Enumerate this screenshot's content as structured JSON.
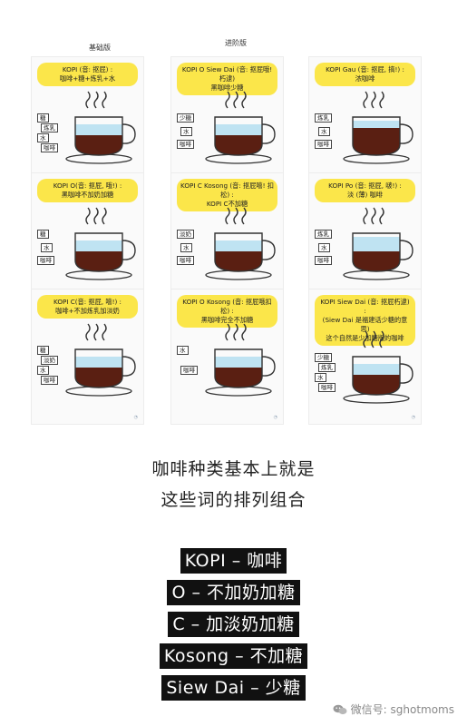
{
  "columns": {
    "basic": "基础版",
    "advanced": "进阶版"
  },
  "panels": [
    {
      "bubble": [
        "KOPI (音: 抠屁) :",
        "咖啡+糖+炼乳+水"
      ],
      "labels": [
        "糖",
        "炼乳",
        "水",
        "咖啡"
      ]
    },
    {
      "bubble": [
        "KOPI O Siew Dai (音: 抠屁哦! 朽逮)",
        "黑咖啡少糖"
      ],
      "labels": [
        "少糖",
        "水",
        "咖啡"
      ]
    },
    {
      "bubble": [
        "KOPI Gau (音: 抠屁, 搞!) :",
        "浓咖啡"
      ],
      "labels": [
        "炼乳",
        "水",
        "咖啡"
      ]
    },
    {
      "bubble": [
        "KOPI O(音: 抠屁, 哦!) :",
        "黑咖啡不加奶加糖"
      ],
      "labels": [
        "糖",
        "水",
        "咖啡"
      ]
    },
    {
      "bubble": [
        "KOPI C Kosong (音: 抠屁嘻! 扣松) :",
        "KOPI C不加糖"
      ],
      "labels": [
        "淡奶",
        "水",
        "咖啡"
      ]
    },
    {
      "bubble": [
        "KOPI Po (音: 抠屁, 啵!) :",
        "淡 (薄) 咖啡"
      ],
      "labels": [
        "炼乳",
        "水",
        "咖啡"
      ]
    },
    {
      "bubble": [
        "KOPI C(音: 抠屁, 嘻!) :",
        "咖啡+不加炼乳加淡奶"
      ],
      "labels": [
        "糖",
        "淡奶",
        "水",
        "咖啡"
      ]
    },
    {
      "bubble": [
        "KOPI O Kosong (音: 抠屁哦扣松) :",
        "黑咖啡完全不加糖"
      ],
      "labels": [
        "水",
        "咖啡"
      ]
    },
    {
      "bubble": [
        "KOPI Siew Dai (音: 抠屁朽逮) :",
        "(Siew Dai 是福建话少糖的意思)",
        "这个自然是少加糖版的咖啡"
      ],
      "labels": [
        "少糖",
        "炼乳",
        "水",
        "咖啡"
      ]
    }
  ],
  "caption": [
    "咖啡种类基本上就是",
    "这些词的排列组合"
  ],
  "legend": [
    "KOPI – 咖啡",
    "O – 不加奶加糖",
    "C – 加淡奶加糖",
    "Kosong – 不加糖",
    "Siew Dai – 少糖"
  ],
  "footer": "微信号: sghotmoms",
  "colors": {
    "bubble": "#fbe64a",
    "coffee": "#5a1f12",
    "water": "#bfe3f2",
    "legend_bg": "#111111"
  }
}
